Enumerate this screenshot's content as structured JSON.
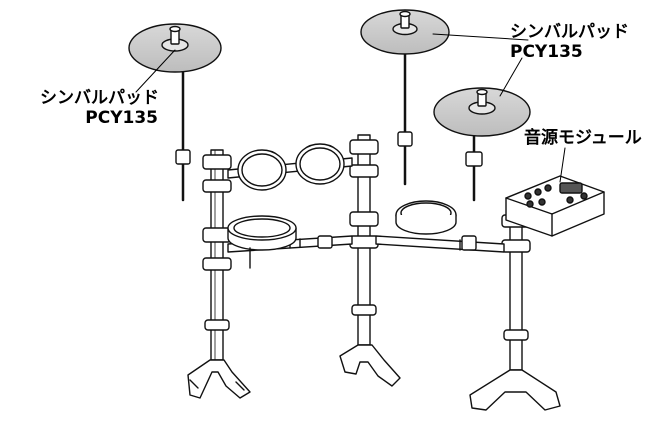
{
  "callouts": {
    "cymbal_left": {
      "name": "シンバルパッド",
      "model": "PCY135"
    },
    "cymbal_right": {
      "name": "シンバルパッド",
      "model": "PCY135"
    },
    "sound_module": {
      "name": "音源モジュール"
    }
  }
}
